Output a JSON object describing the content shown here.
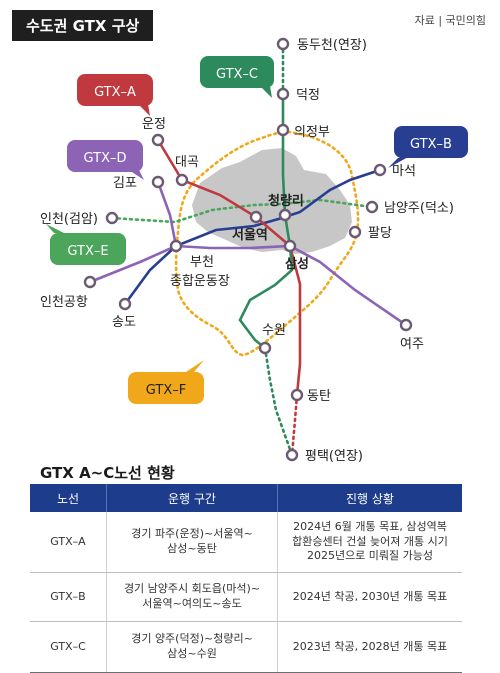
{
  "header": {
    "title": "수도권 GTX 구상",
    "source": "자료 | 국민의힘"
  },
  "colors": {
    "gtx_a": "#c0393f",
    "gtx_b": "#283e92",
    "gtx_c": "#2d8a5c",
    "gtx_d": "#8d63b5",
    "gtx_e": "#4ba65b",
    "gtx_f": "#f0a81a",
    "seoul_area": "#bdbdbd",
    "table_header": "#1d3c8c"
  },
  "lines": {
    "gtx_a": "GTX–A",
    "gtx_b": "GTX–B",
    "gtx_c": "GTX–C",
    "gtx_d": "GTX–D",
    "gtx_e": "GTX–E",
    "gtx_f": "GTX–F"
  },
  "stations": {
    "dongducheon": "동두천(연장)",
    "deokjeong": "덕정",
    "uijeongbu": "의정부",
    "unjeong": "운정",
    "daegok": "대곡",
    "gimpo": "김포",
    "maseok": "마석",
    "namyangju": "남양주(덕소)",
    "incheon_geomam": "인천(검암)",
    "cheongnyangni": "청량리",
    "seoul_station": "서울역",
    "paldang": "팔당",
    "bucheon_sports": "부천\n종합운동장",
    "samseong": "삼성",
    "incheon_airport": "인천공항",
    "songdo": "송도",
    "yeoju": "여주",
    "suwon": "수원",
    "dongtan": "동탄",
    "pyeongtaek": "평택(연장)"
  },
  "table": {
    "title": "GTX A~C노선 현황",
    "headers": [
      "노선",
      "운행 구간",
      "진행 상황"
    ],
    "rows": [
      {
        "line": "GTX–A",
        "section": [
          "경기 파주(운정)~서울역~",
          "삼성~동탄"
        ],
        "status": [
          "2024년 6월 개통 목표, 삼성역복",
          "합환승센터 건설 늦어져 개통 시기",
          "2025년으로 미뤄질 가능성"
        ]
      },
      {
        "line": "GTX–B",
        "section": [
          "경기 남양주시 회도읍(마석)~",
          "서울역~여의도~송도"
        ],
        "status": [
          "2024년 착공, 2030년 개통 목표"
        ]
      },
      {
        "line": "GTX–C",
        "section": [
          "경기 양주(덕정)~청량리~",
          "삼성~수원"
        ],
        "status": [
          "2023년 착공, 2028년 개통 목표"
        ]
      }
    ]
  }
}
